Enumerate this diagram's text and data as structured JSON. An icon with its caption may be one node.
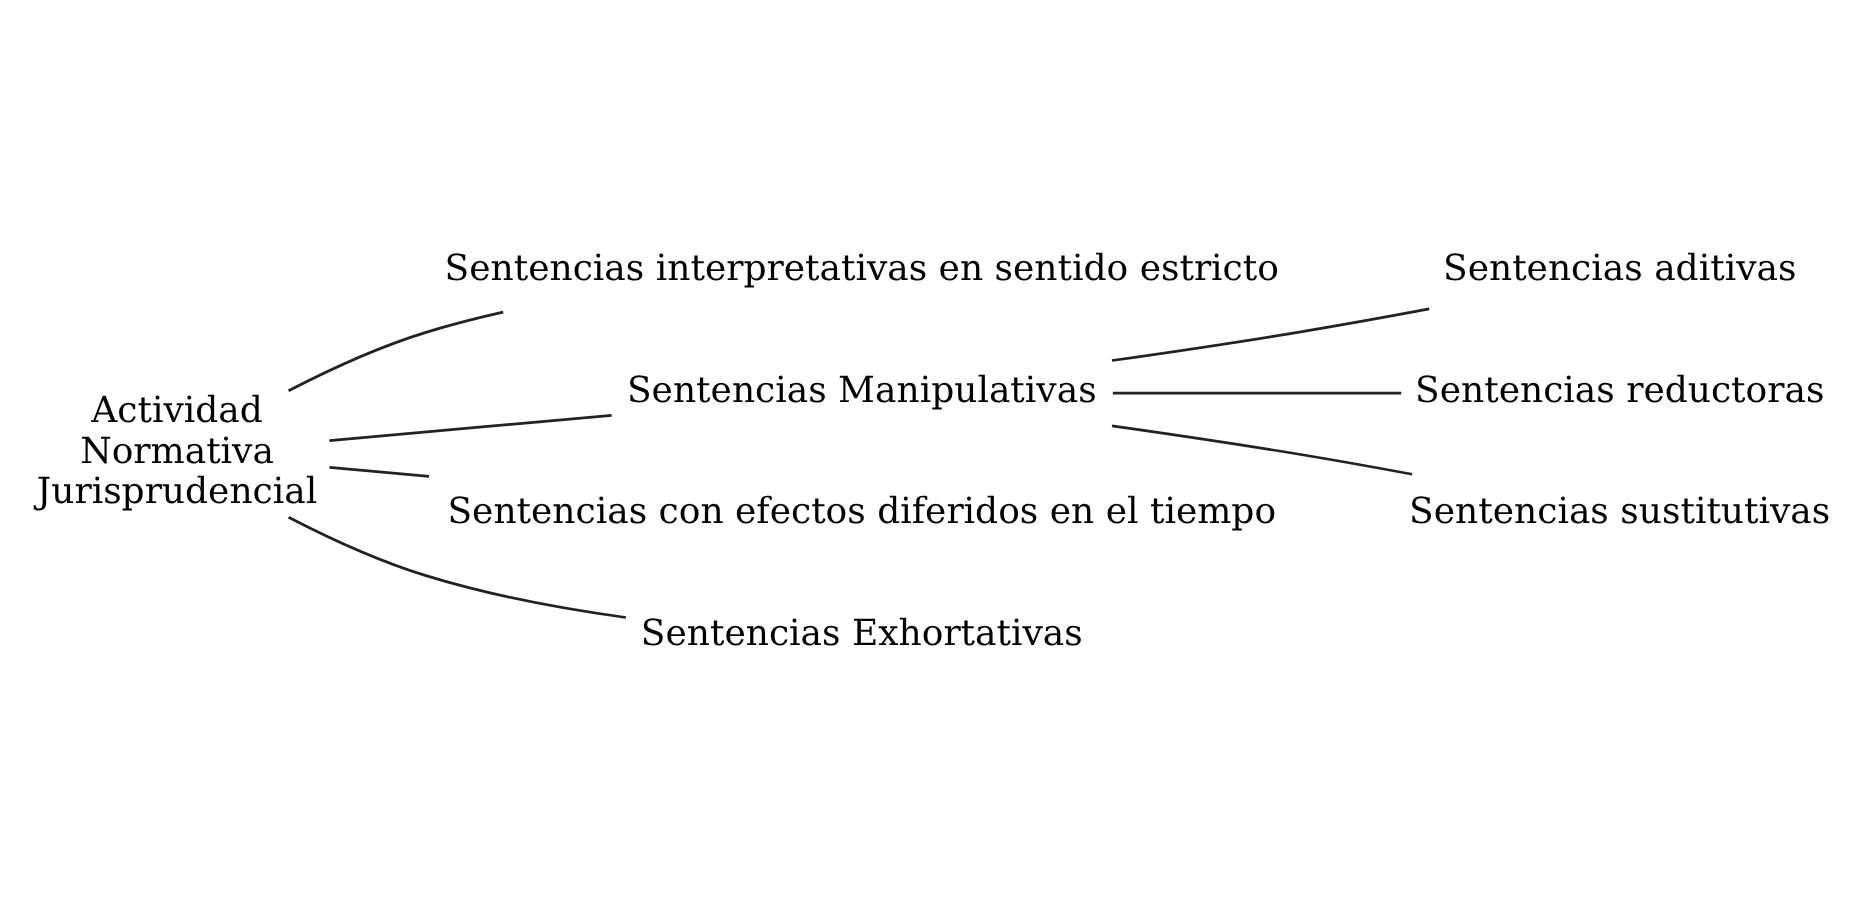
{
  "diagram": {
    "nodes": [
      {
        "text": [
          "Actividad Normativa Jurisprudencial"
        ]
      },
      {
        "text": [
          "Sentencias interpretativas en sentido estricto"
        ]
      },
      {
        "text": [
          "Sentencias Manipulativas"
        ]
      },
      {
        "text": [
          "Sentencias aditivas"
        ]
      },
      {
        "text": [
          "Sentencias reductoras"
        ]
      },
      {
        "text": [
          "Sentencias sustitutivas"
        ]
      },
      {
        "text": [
          "Sentencias con efectos diferidos en el tiempo"
        ]
      },
      {
        "text": [
          "Sentencias Exhortativas"
        ]
      }
    ],
    "edges": [
      {
        "from": 0,
        "to": 1,
        "arrow": "none"
      },
      {
        "from": 0,
        "to": 2,
        "arrow": "none"
      },
      {
        "from": 0,
        "to": 6,
        "arrow": "none"
      },
      {
        "from": 0,
        "to": 7,
        "arrow": "none"
      },
      {
        "from": 2,
        "to": 3,
        "arrow": "none"
      },
      {
        "from": 2,
        "to": 4,
        "arrow": "none"
      },
      {
        "from": 2,
        "to": 5,
        "arrow": "none"
      }
    ]
  }
}
